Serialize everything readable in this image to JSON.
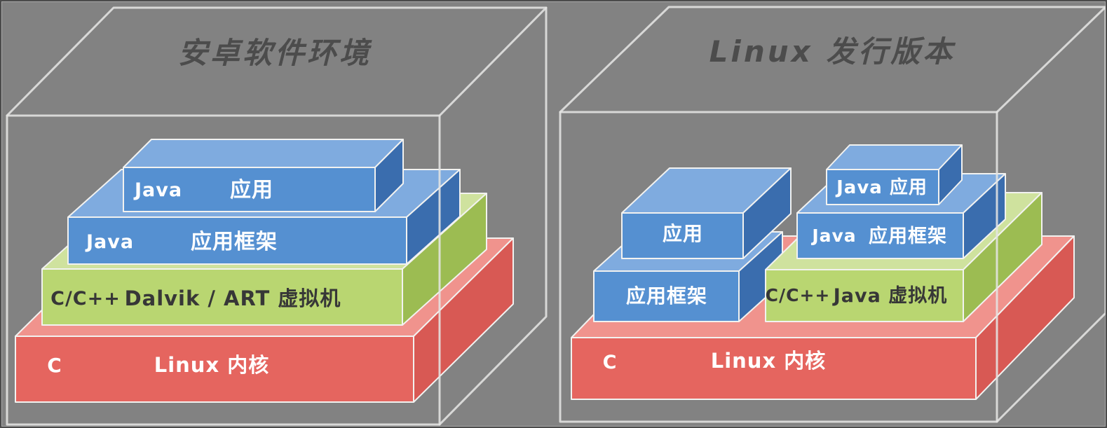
{
  "palette": {
    "background": "#828282",
    "wireframe": "#e4e4e2",
    "title_color": "#4c4c4c",
    "blue_front": "#5590d1",
    "blue_top": "#7fabdf",
    "blue_side": "#3a6dae",
    "green_front": "#b9d671",
    "green_top": "#cfe29e",
    "green_side": "#9cbc52",
    "red_front": "#e5655f",
    "red_top": "#f0938d",
    "red_side": "#d85954",
    "text_light": "#ffffff",
    "text_dark": "#373737"
  },
  "left_panel": {
    "title": "安卓软件环境",
    "app": {
      "lang": "Java",
      "name": "应用"
    },
    "framework": {
      "lang": "Java",
      "name": "应用框架"
    },
    "vm": {
      "lang": "C/C++",
      "name": "Dalvik / ART 虚拟机"
    },
    "kernel": {
      "lang": "C",
      "name": "Linux 内核"
    }
  },
  "right_panel": {
    "title": "Linux 发行版本",
    "native_app": {
      "name": "应用"
    },
    "native_framework": {
      "name": "应用框架"
    },
    "java_app": {
      "name": "Java 应用"
    },
    "java_framework": {
      "lang": "Java",
      "name": "应用框架"
    },
    "jvm": {
      "lang": "C/C++",
      "name": "Java 虚拟机"
    },
    "kernel": {
      "lang": "C",
      "name": "Linux 内核"
    }
  }
}
